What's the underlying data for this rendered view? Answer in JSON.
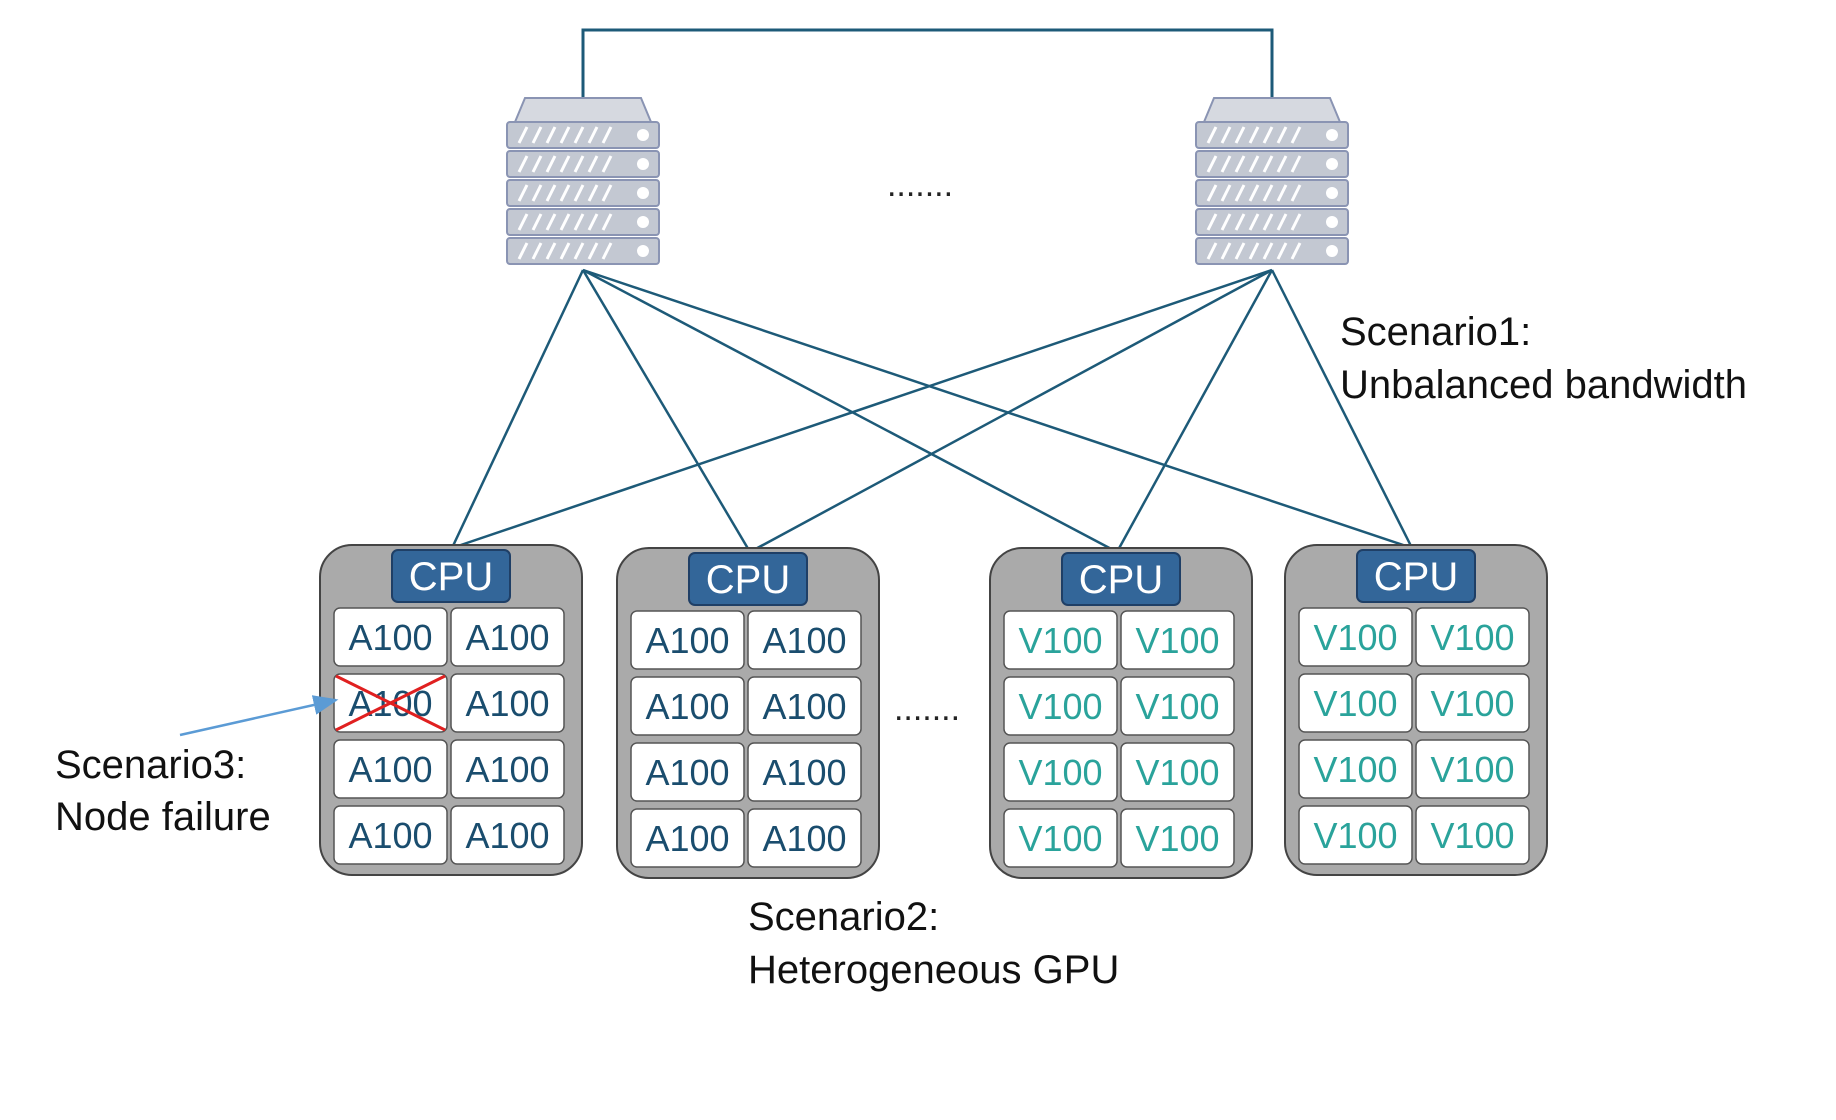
{
  "colors": {
    "link": "#1d5a78",
    "switch_body": "#c3c8d2",
    "switch_edge": "#8a94b3",
    "node_fill": "#aaaaaa",
    "node_edge": "#444444",
    "cpu_fill": "#336699",
    "a100_text": "#1a4d6e",
    "v100_text": "#2aa39b",
    "failure_cross": "#e02020",
    "annotation_arrow": "#5b9bd5"
  },
  "icons": {
    "switch": "rack-switch-icon",
    "failure": "cross-icon"
  },
  "switches_ellipsis": ".......",
  "nodes_ellipsis": ".......",
  "nodes": [
    {
      "cpu_label": "CPU",
      "gpu_type": "a100",
      "gpus": [
        "A100",
        "A100",
        "A100",
        "A100",
        "A100",
        "A100",
        "A100",
        "A100"
      ]
    },
    {
      "cpu_label": "CPU",
      "gpu_type": "a100",
      "gpus": [
        "A100",
        "A100",
        "A100",
        "A100",
        "A100",
        "A100",
        "A100",
        "A100"
      ]
    },
    {
      "cpu_label": "CPU",
      "gpu_type": "v100",
      "gpus": [
        "V100",
        "V100",
        "V100",
        "V100",
        "V100",
        "V100",
        "V100",
        "V100"
      ]
    },
    {
      "cpu_label": "CPU",
      "gpu_type": "v100",
      "gpus": [
        "V100",
        "V100",
        "V100",
        "V100",
        "V100",
        "V100",
        "V100",
        "V100"
      ]
    }
  ],
  "failed_gpu": {
    "node": 0,
    "gpu": 2
  },
  "scenarios": {
    "scenario1": {
      "title": "Scenario1:",
      "desc": "Unbalanced bandwidth"
    },
    "scenario2": {
      "title": "Scenario2:",
      "desc": "Heterogeneous GPU"
    },
    "scenario3": {
      "title": "Scenario3:",
      "desc": "Node failure"
    }
  }
}
